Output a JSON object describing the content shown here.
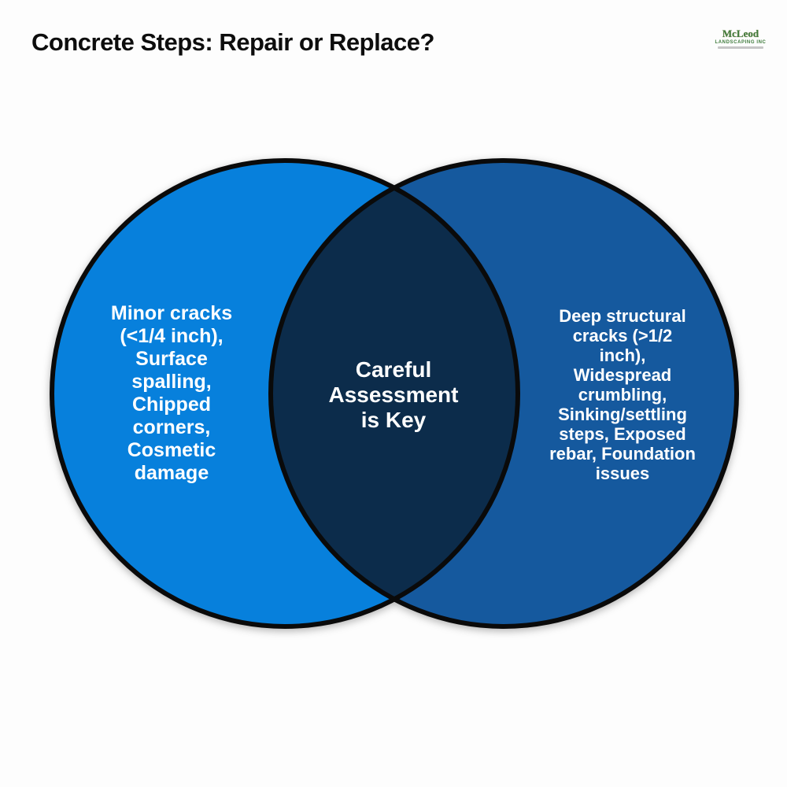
{
  "title": "Concrete Steps: Repair or Replace?",
  "logo": {
    "name": "McLeod",
    "subtitle": "LANDSCAPING INC"
  },
  "venn": {
    "left": {
      "label": "Minor cracks\n(<1/4 inch),\nSurface\nspalling,\nChipped\ncorners,\nCosmetic\ndamage",
      "color": "#0780DC"
    },
    "overlap": {
      "label": "Careful\nAssessment\nis Key",
      "color": "#0C2C4B"
    },
    "right": {
      "label": "Deep structural\ncracks (>1/2\ninch),\nWidespread\ncrumbling,\nSinking/settling\nsteps, Exposed\nrebar, Foundation\nissues",
      "color": "#15599E"
    },
    "stroke_color": "#0a0a0a",
    "text_color": "#ffffff"
  }
}
